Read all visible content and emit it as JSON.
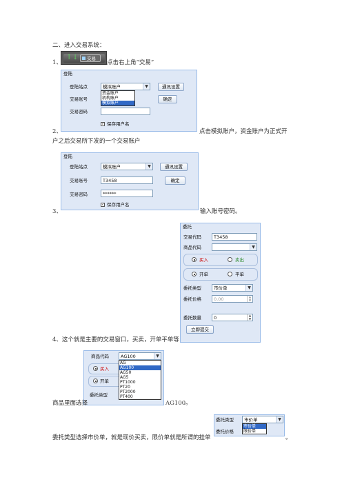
{
  "sections": {
    "heading": "二、进入交易系统：",
    "step1_num": "1、",
    "step1_text": "点击右上角“交易”",
    "step2_num": "2、",
    "step2_text": "点击模拟账户，资金账户为正式开",
    "step2_text2": "户之后交易所下发的一个交易账户",
    "step3_num": "3、",
    "step3_text": "输入账号密码。",
    "step4_text": "4、这个就是主要的交易窗口，买卖，开单平单等",
    "step5_text_a": "商品里面选择",
    "step5_text_b": "AG100。",
    "step6_text": "委托类型选择市价单，就是现价买卖，限价单就是所谓的挂单",
    "step6_end": "。"
  },
  "toolbar_shot": {
    "trade_label": "交易"
  },
  "login1": {
    "title": "登陆",
    "site_label": "登陆站点",
    "site_value": "模拟账户",
    "account_label": "交易账号",
    "password_label": "交易密码",
    "comm_button": "通讯设置",
    "ok_button": "确定",
    "save_user": "保存用户名",
    "options": [
      "资金账户",
      "机构账户",
      "模拟账户"
    ]
  },
  "login2": {
    "title": "登陆",
    "site_label": "登陆站点",
    "site_value": "模拟账户",
    "account_label": "交易账号",
    "account_value": "T3458",
    "password_label": "交易密码",
    "password_value": "******",
    "comm_button": "通讯设置",
    "ok_button": "确定",
    "save_user": "保存用户名"
  },
  "order": {
    "title": "委托",
    "code_label": "交易代码",
    "code_value": "T3458",
    "product_label": "商品代码",
    "buy": "买入",
    "sell": "卖出",
    "open": "开单",
    "close": "平单",
    "type_label": "委托类型",
    "type_value": "市价单",
    "price_label": "委托价格",
    "price_value": "0.00",
    "qty_label": "委托数量",
    "qty_value": "0",
    "submit": "立即提交"
  },
  "product_dd": {
    "label": "商品代码",
    "value": "AG100",
    "options": [
      "AG",
      "AG100",
      "AG50",
      "AG5",
      "PT1000",
      "PT20",
      "PT2000",
      "PT400"
    ],
    "buy": "买入",
    "open": "开单",
    "type_label": "委托类型"
  },
  "type_dd": {
    "type_label": "委托类型",
    "price_label": "委托价格",
    "value": "市价单",
    "options": [
      "市价单",
      "限价单"
    ]
  },
  "colors": {
    "buy": "#cc0000",
    "sell": "#2e8b2e",
    "highlight": "#3169c6"
  }
}
